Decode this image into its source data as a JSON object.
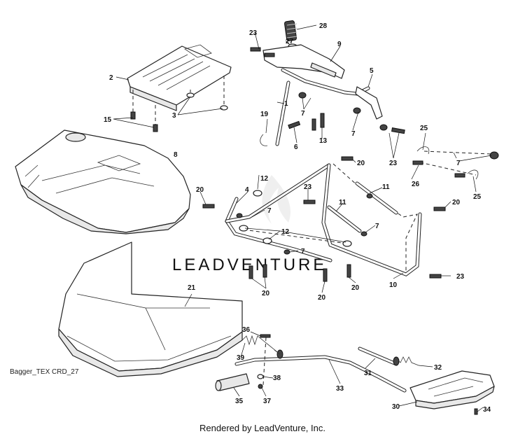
{
  "watermark": "LEADVENTURE",
  "diagram_code": "Bagger_TEX CRD_27",
  "footer": "Rendered by LeadVenture, Inc.",
  "callouts": {
    "c1": "1",
    "c2": "2",
    "c3": "3",
    "c4": "4",
    "c5": "5",
    "c6": "6",
    "c7": "7",
    "c8": "8",
    "c9": "9",
    "c10": "10",
    "c11": "11",
    "c12": "12",
    "c13": "13",
    "c15": "15",
    "c19": "19",
    "c20": "20",
    "c21": "21",
    "c23": "23",
    "c25": "25",
    "c26": "26",
    "c27": "27",
    "c28": "28",
    "c30": "30",
    "c31": "31",
    "c32": "32",
    "c33": "33",
    "c34": "34",
    "c35": "35",
    "c36": "36",
    "c37": "37",
    "c38": "38",
    "c39": "39"
  }
}
